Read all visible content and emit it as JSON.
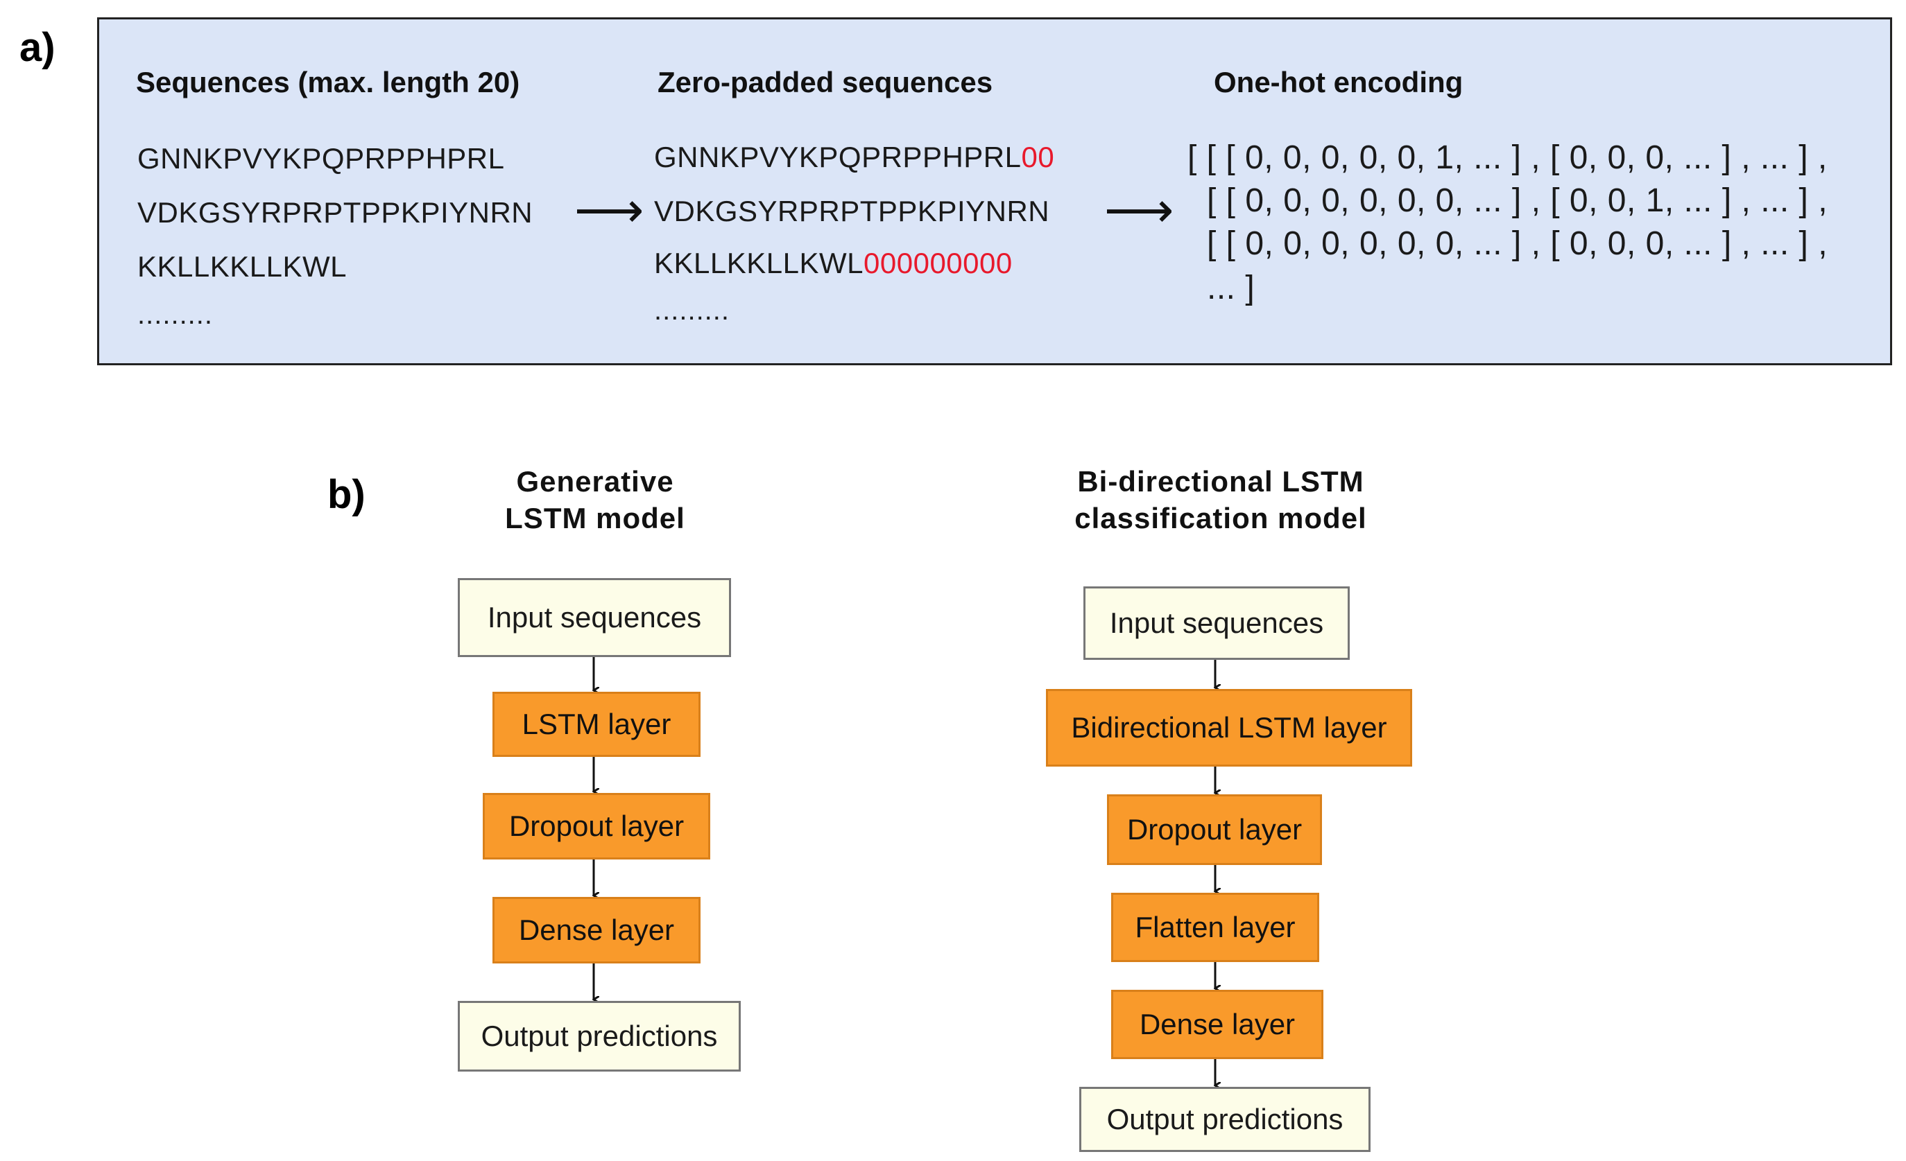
{
  "panel_a": {
    "label": "a)",
    "columns": {
      "sequences": {
        "heading": "Sequences (max. length 20)",
        "items": [
          "GNNKPVYKPQPRPPHPRL",
          "VDKGSYRPRPTPPKPIYNRN",
          "KKLLKKLLKWL"
        ],
        "ellipsis": "........."
      },
      "padded": {
        "heading": "Zero-padded sequences",
        "items": [
          {
            "seq": "GNNKPVYKPQPRPPHPRL",
            "pad": "00"
          },
          {
            "seq": "VDKGSYRPRPTPPKPIYNRN",
            "pad": ""
          },
          {
            "seq": "KKLLKKLLKWL",
            "pad": "000000000"
          }
        ],
        "ellipsis": "........."
      },
      "onehot": {
        "heading": "One-hot encoding",
        "lines": [
          "[ [ [ 0, 0, 0, 0, 0, 1, ... ] , [ 0, 0, 0, ... ] , ... ] ,",
          "[ [ 0, 0, 0, 0, 0, 0, ... ] , [ 0, 0, 1, ... ] , ... ] ,",
          "[ [ 0, 0, 0, 0, 0, 0, ... ] , [ 0, 0, 0, ... ] , ... ] ,",
          "... ]"
        ]
      }
    },
    "arrow_glyph": "⟶",
    "pad_color": "#e8192c",
    "box_color": "#dbe5f7"
  },
  "panel_b": {
    "label": "b)",
    "generative": {
      "title_line1": "Generative",
      "title_line2": "LSTM model",
      "nodes": [
        "Input sequences",
        "LSTM layer",
        "Dropout layer",
        "Dense layer",
        "Output predictions"
      ]
    },
    "bidirectional": {
      "title_line1": "Bi-directional LSTM",
      "title_line2": "classification model",
      "nodes": [
        "Input sequences",
        "Bidirectional LSTM layer",
        "Dropout layer",
        "Flatten layer",
        "Dense layer",
        "Output predictions"
      ]
    },
    "io_color": "#fdfde8",
    "layer_color": "#f99a2b"
  }
}
